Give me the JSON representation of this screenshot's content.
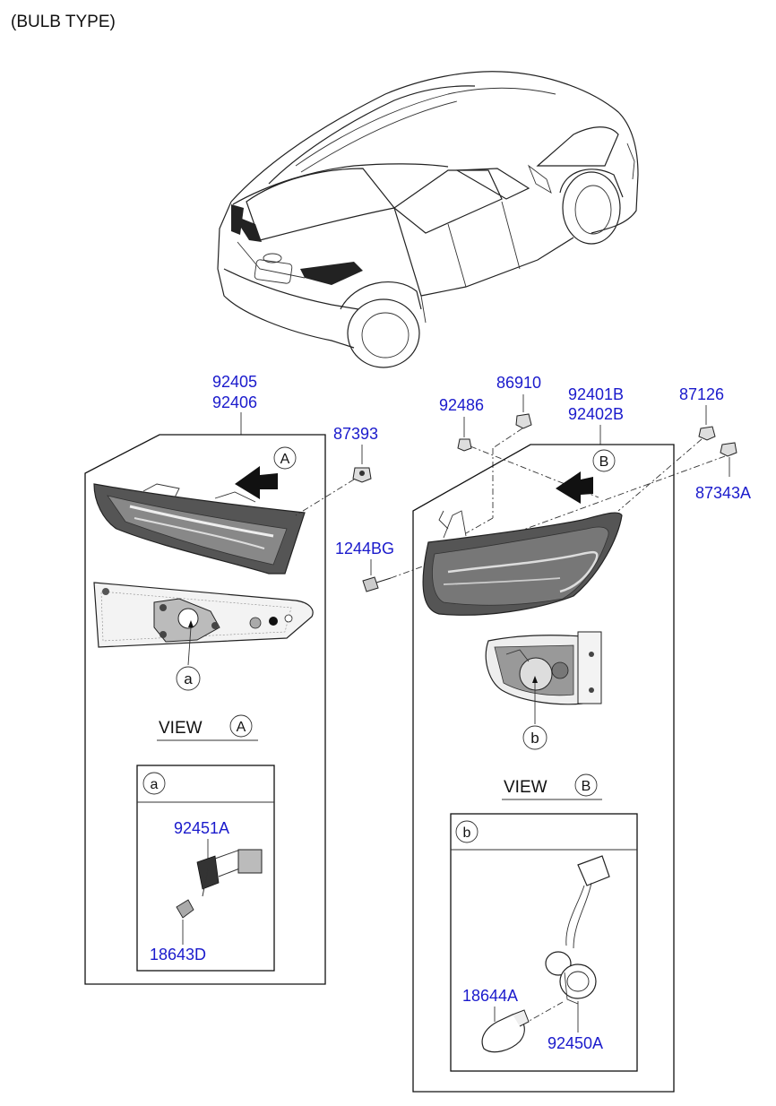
{
  "header": {
    "title": "(BULB TYPE)"
  },
  "parts": {
    "p92405": "92405",
    "p92406": "92406",
    "p87393": "87393",
    "p92486": "92486",
    "p86910": "86910",
    "p92401B": "92401B",
    "p92402B": "92402B",
    "p87126": "87126",
    "p87343A": "87343A",
    "p1244BG": "1244BG",
    "p92451A": "92451A",
    "p18643D": "18643D",
    "p18644A": "18644A",
    "p92450A": "92450A"
  },
  "views": {
    "view_word": "VIEW",
    "view_a_letter": "A",
    "view_b_letter": "B",
    "callout_a": "a",
    "callout_b": "b"
  },
  "colors": {
    "part_label": "#1a1acc",
    "line": "#222222"
  }
}
